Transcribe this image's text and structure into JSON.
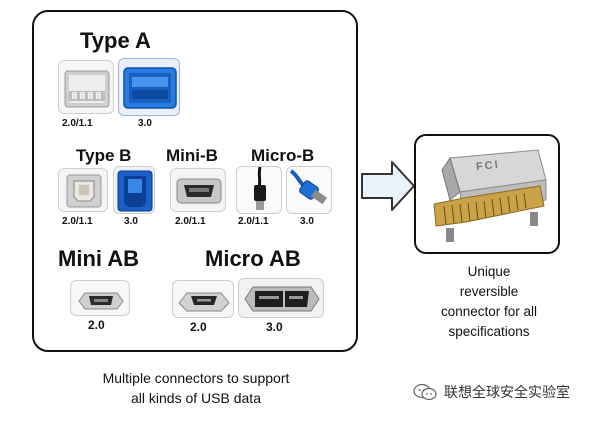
{
  "left_panel": {
    "type_a": {
      "title": "Type A",
      "versions": [
        "2.0/1.1",
        "3.0"
      ]
    },
    "type_b": {
      "title": "Type B",
      "versions": [
        "2.0/1.1",
        "3.0"
      ]
    },
    "mini_b": {
      "title": "Mini-B",
      "versions": [
        "2.0/1.1"
      ]
    },
    "micro_b": {
      "title": "Micro-B",
      "versions": [
        "2.0/1.1",
        "3.0"
      ]
    },
    "mini_ab": {
      "title": "Mini AB",
      "versions": [
        "2.0"
      ]
    },
    "micro_ab": {
      "title": "Micro AB",
      "versions": [
        "2.0",
        "3.0"
      ]
    },
    "caption_line1": "Multiple connectors to support",
    "caption_line2": "all kinds of USB data"
  },
  "right_panel": {
    "chip_label": "FCI",
    "caption_lines": [
      "Unique",
      "reversible",
      "connector for all",
      "specifications"
    ]
  },
  "watermark": {
    "text": "联想全球安全实验室",
    "icon": "wechat-icon"
  },
  "colors": {
    "usb3_blue": "#1e6fd4",
    "usb2_gray": "#dcdcdc",
    "border": "#111111"
  }
}
